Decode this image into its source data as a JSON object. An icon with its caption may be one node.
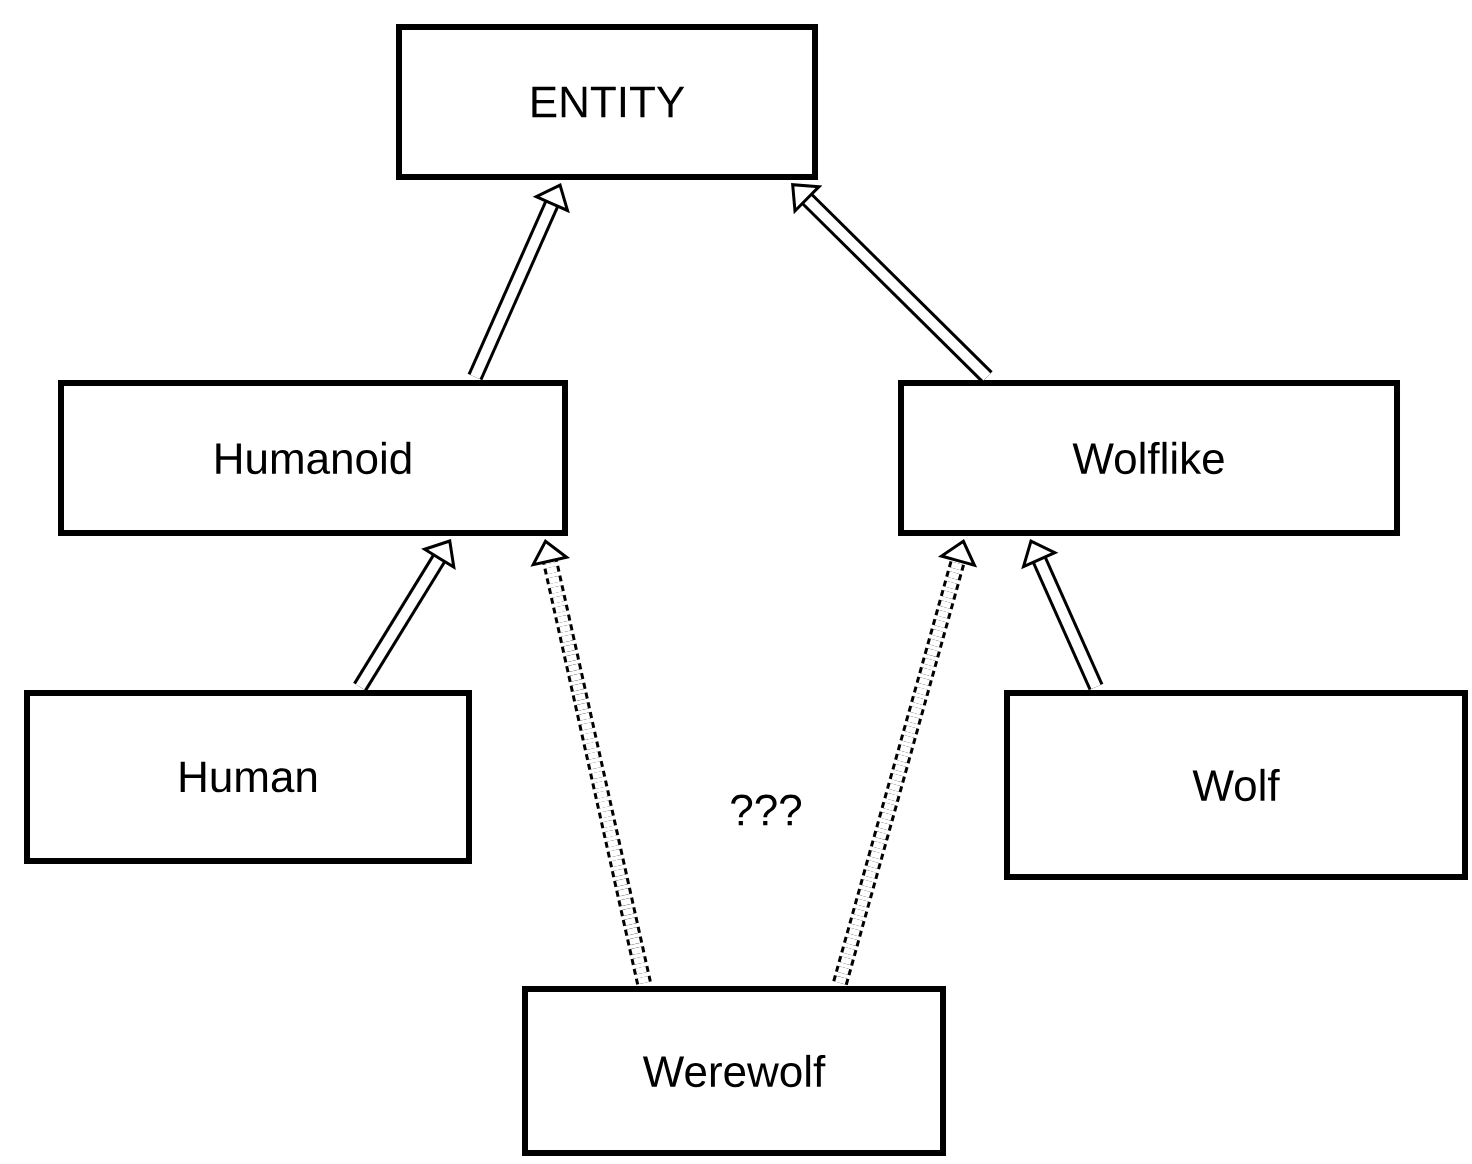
{
  "diagram": {
    "nodes": [
      {
        "text": [
          "ENTITY"
        ]
      },
      {
        "text": [
          "Humanoid"
        ]
      },
      {
        "text": [
          "Wolflike"
        ]
      },
      {
        "text": [
          "Human"
        ]
      },
      {
        "text": [
          "Wolf"
        ]
      },
      {
        "text": [
          "Werewolf"
        ]
      }
    ],
    "edges": [
      {
        "from": 1,
        "to": 0,
        "arrow": "to"
      },
      {
        "from": 2,
        "to": 0,
        "arrow": "to"
      },
      {
        "from": 3,
        "to": 1,
        "arrow": "to"
      },
      {
        "from": 4,
        "to": 2,
        "arrow": "to"
      },
      {
        "from": 5,
        "to": 1,
        "arrow": "to",
        "style": "dashed"
      },
      {
        "from": 5,
        "to": 2,
        "arrow": "to",
        "style": "dashed"
      }
    ],
    "labels": [
      "???"
    ]
  }
}
